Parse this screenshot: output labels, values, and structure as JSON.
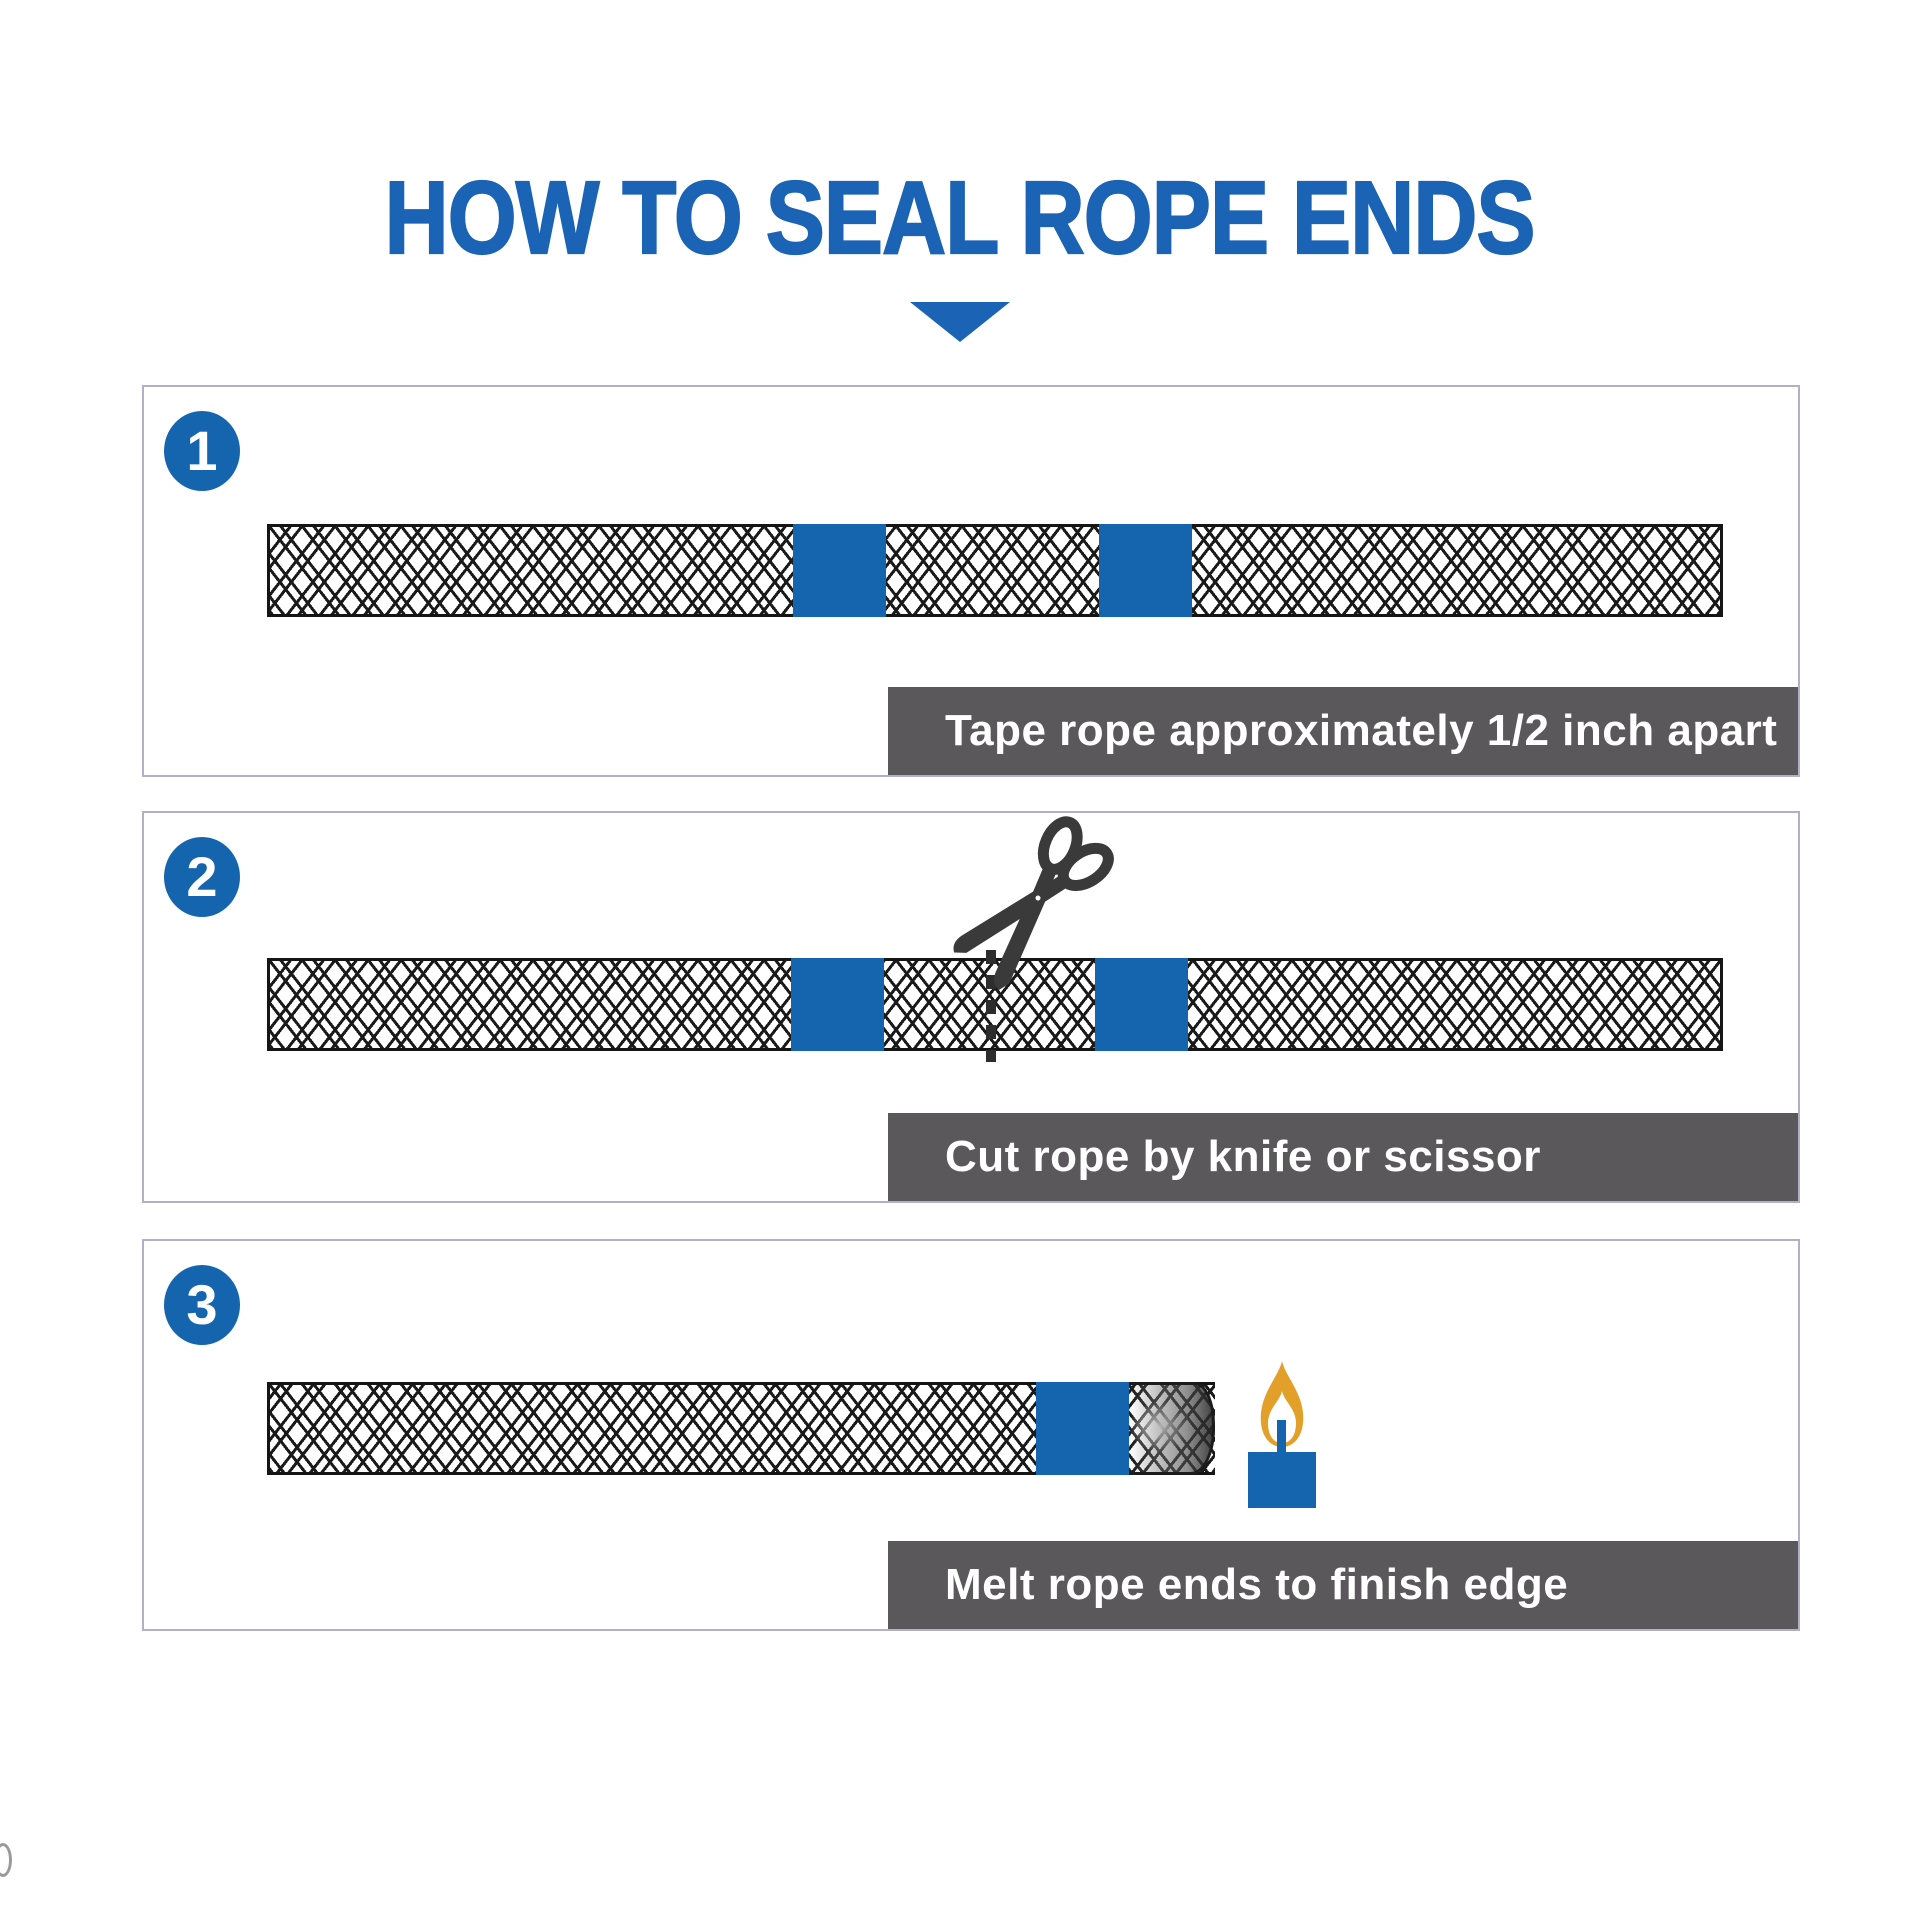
{
  "title": {
    "text": "HOW TO SEAL ROPE ENDS"
  },
  "steps": [
    {
      "number": "1",
      "caption": "Tape rope approximately 1/2 inch apart"
    },
    {
      "number": "2",
      "caption": "Cut rope by knife or scissor"
    },
    {
      "number": "3",
      "caption": "Melt rope ends to finish edge"
    }
  ],
  "icons": {
    "down_arrow": "css-triangle-down",
    "scissors": "svg-scissors",
    "flame": "svg-flame-teardrop",
    "candle": "css-rect-candle"
  },
  "colors": {
    "title_blue": "#1b63b4",
    "graphic_blue": "#1565ae",
    "caption_bg": "#5a585a",
    "caption_text": "#ffffff",
    "flame_amber": "#e2a02a",
    "scissors_gray": "#3a3a3a",
    "box_border": "#b2b0c6",
    "rope_line": "#151515"
  }
}
